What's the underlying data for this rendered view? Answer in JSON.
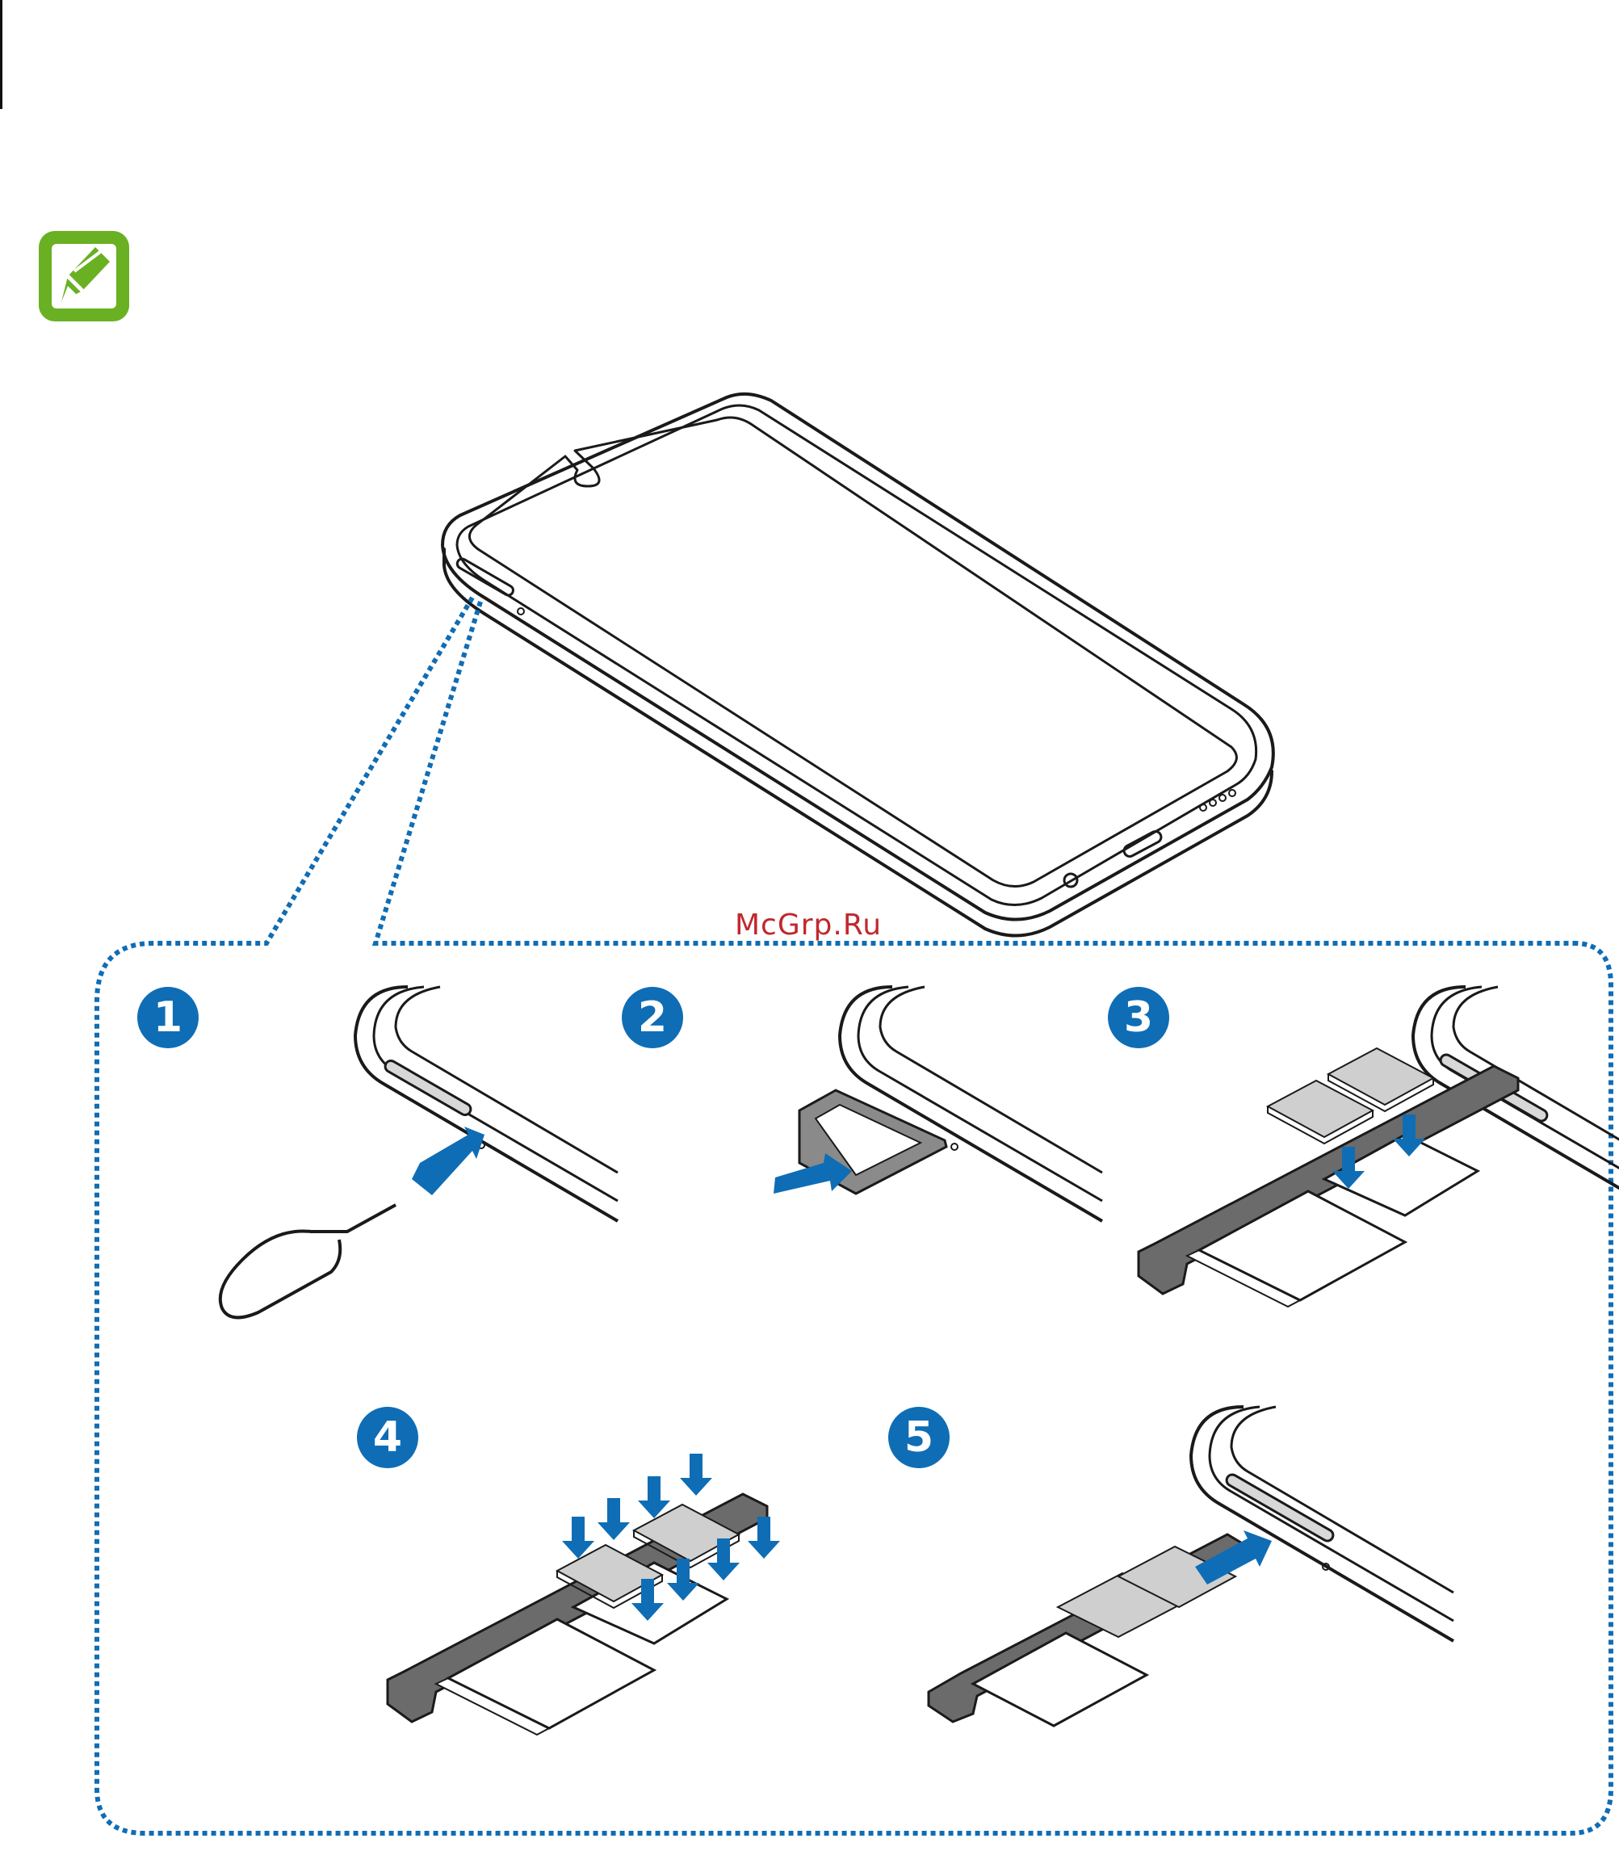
{
  "watermark": "McGrp.Ru",
  "steps": [
    {
      "number": "1"
    },
    {
      "number": "2"
    },
    {
      "number": "3"
    },
    {
      "number": "4"
    },
    {
      "number": "5"
    }
  ],
  "colors": {
    "accent_blue": "#0f6db5",
    "note_green": "#6ab023",
    "line": "#1a1a1a",
    "tray_dark": "#5a5a5a",
    "card_gray": "#cfcfcf",
    "watermark": "#c0282e"
  },
  "icons": {
    "note": "note-pencil-icon",
    "arrow": "insert-arrow-icon",
    "ejection_pin": "ejection-pin-icon"
  }
}
